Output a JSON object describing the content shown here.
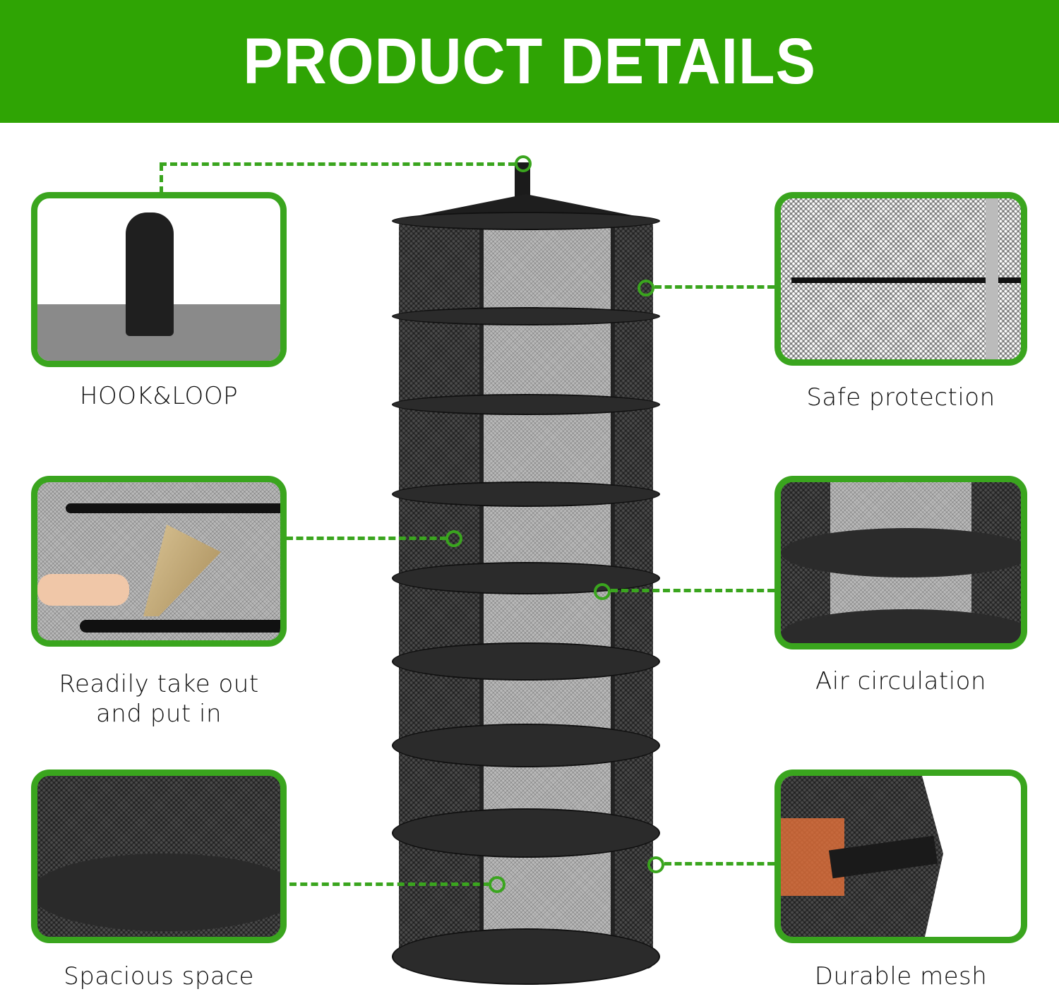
{
  "header": {
    "title": "PRODUCT DETAILS",
    "color": "#2fa404"
  },
  "accent_color": "#3aa51e",
  "features": [
    {
      "id": "hook-loop",
      "label": "HOOK&LOOP",
      "side": "left"
    },
    {
      "id": "readily",
      "label_line1": "Readily take out",
      "label_line2": "and put in",
      "side": "left"
    },
    {
      "id": "spacious",
      "label": "Spacious space",
      "side": "left"
    },
    {
      "id": "safe",
      "label": "Safe protection",
      "side": "right"
    },
    {
      "id": "air",
      "label": "Air circulation",
      "side": "right"
    },
    {
      "id": "durable",
      "label": "Durable mesh",
      "side": "right"
    }
  ],
  "product": {
    "name": "hanging mesh drying rack",
    "tiers": 8
  }
}
